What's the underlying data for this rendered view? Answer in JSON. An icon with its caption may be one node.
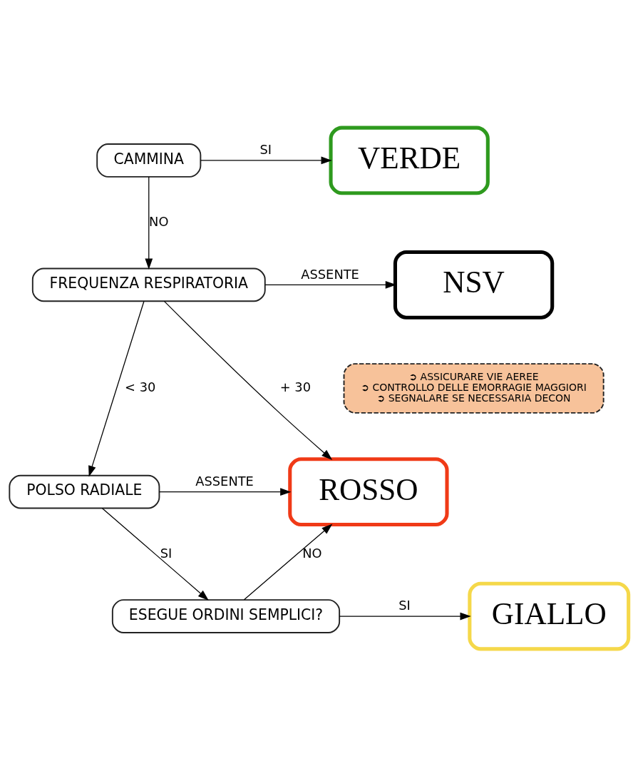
{
  "diagram": {
    "nodes": [
      {
        "text": [
          "CAMMINA"
        ]
      },
      {
        "text": [
          "VERDE"
        ]
      },
      {
        "text": [
          "FREQUENZA RESPIRATORIA"
        ]
      },
      {
        "text": [
          "NSV"
        ]
      },
      {
        "text": [
          "➲ ASSICURARE VIE AEREE",
          "➲ CONTROLLO DELLE EMORRAGIE MAGGIORI",
          "➲ SEGNALARE SE NECESSARIA DECON"
        ]
      },
      {
        "text": [
          "POLSO RADIALE"
        ]
      },
      {
        "text": [
          "ROSSO"
        ]
      },
      {
        "text": [
          "ESEGUE ORDINI SEMPLICI?"
        ]
      },
      {
        "text": [
          "GIALLO"
        ]
      }
    ],
    "edges": [
      {
        "from": 0,
        "to": 1,
        "arrow": "to",
        "label": "SI"
      },
      {
        "from": 0,
        "to": 2,
        "arrow": "to",
        "label": "NO"
      },
      {
        "from": 2,
        "to": 3,
        "arrow": "to",
        "label": "ASSENTE"
      },
      {
        "from": 2,
        "to": 5,
        "arrow": "to",
        "label": "< 30"
      },
      {
        "from": 2,
        "to": 6,
        "arrow": "to",
        "label": "+ 30"
      },
      {
        "from": 5,
        "to": 6,
        "arrow": "to",
        "label": "ASSENTE"
      },
      {
        "from": 5,
        "to": 7,
        "arrow": "to",
        "label": "SI"
      },
      {
        "from": 7,
        "to": 6,
        "arrow": "to",
        "label": "NO"
      },
      {
        "from": 7,
        "to": 8,
        "arrow": "to",
        "label": "SI"
      }
    ]
  }
}
